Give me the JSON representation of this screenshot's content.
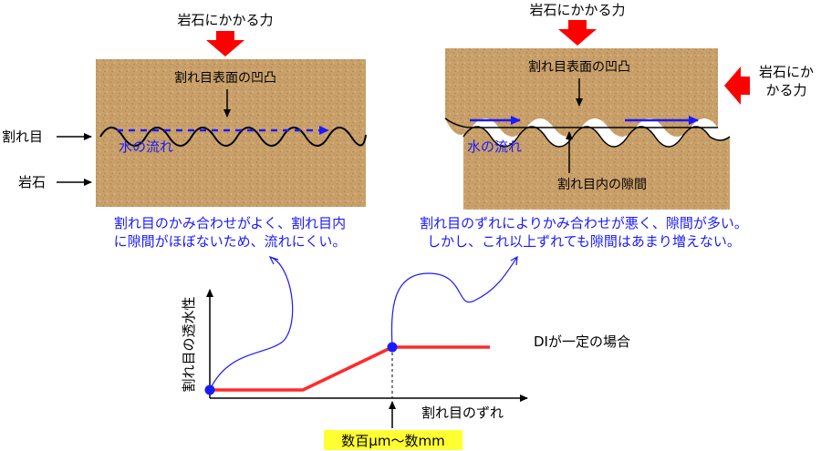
{
  "left_panel": {
    "force_label": "岩石にかかる力",
    "surface_label": "割れ目表面の凹凸",
    "crack_label": "割れ目",
    "rock_label": "岩石",
    "flow_label": "水の流れ",
    "caption_line1": "割れ目のかみ合わせがよく、割れ目内",
    "caption_line2": "に隙間がほぼないため、流れにくい。"
  },
  "right_panel": {
    "force_top_label": "岩石にかかる力",
    "surface_label": "割れ目表面の凹凸",
    "force_side_line1": "岩石にか",
    "force_side_line2": "かる力",
    "flow_label": "水の流れ",
    "gap_label": "割れ目内の隙間",
    "caption_line1": "割れ目のずれによりかみ合わせが悪く、隙間が多い。",
    "caption_line2": "しかし、これ以上ずれても隙間はあまり増えない。"
  },
  "graph": {
    "y_axis_label": "割れ目の透水性",
    "x_axis_label": "割れ目のずれ",
    "condition_label": "DIが一定の場合",
    "threshold_label": "数百μm～数mm"
  },
  "colors": {
    "rock": "#c9a06a",
    "force_arrow": "#ff0000",
    "flow": "#1a1aff",
    "curve": "#ff2a2a",
    "highlight": "#ffff33"
  }
}
